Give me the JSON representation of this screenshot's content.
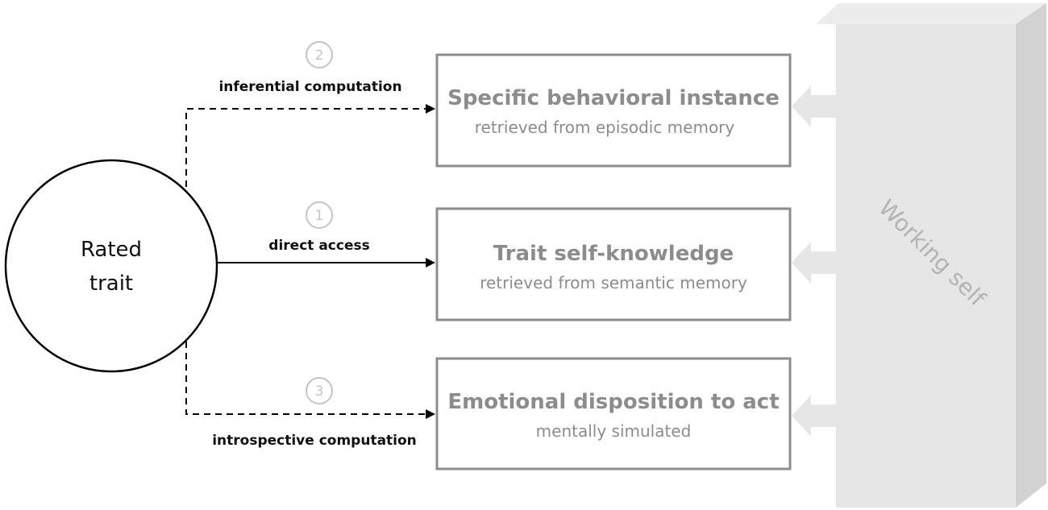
{
  "colors": {
    "box_border": "#8c8c8c",
    "box_text": "#8c8c8c",
    "number_circle": "#c4c4c4",
    "working_self_front": "#e6e6e6",
    "working_self_side": "#d2d2d2",
    "working_self_top": "#ececec",
    "working_self_text": "#b3b3b3",
    "arrow": "#000000"
  },
  "node": {
    "line1": "Rated",
    "line2": "trait"
  },
  "paths": [
    {
      "number": "2",
      "label": "inferential computation",
      "style": "dashed"
    },
    {
      "number": "1",
      "label": "direct access",
      "style": "solid"
    },
    {
      "number": "3",
      "label": "introspective computation",
      "style": "dashed"
    }
  ],
  "boxes": [
    {
      "title": "Specific behavioral instance",
      "subtitle": "retrieved from episodic memory"
    },
    {
      "title": "Trait self-knowledge",
      "subtitle": "retrieved from semantic memory"
    },
    {
      "title": "Emotional disposition to act",
      "subtitle": "mentally simulated"
    }
  ],
  "working_self": {
    "label": "Working self"
  }
}
